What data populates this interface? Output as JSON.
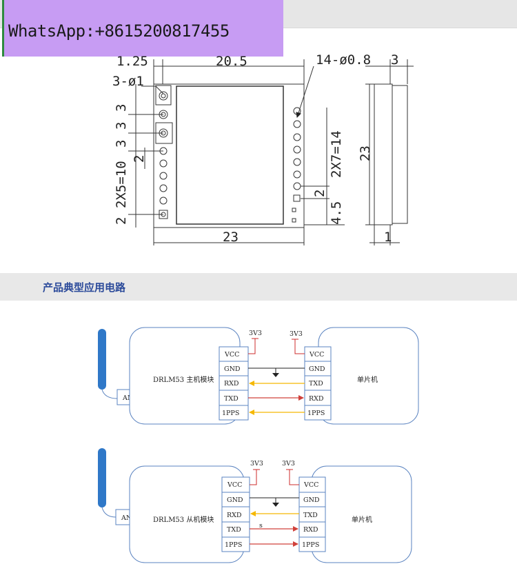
{
  "header": {
    "overlay_text": "WhatsApp:+8615200817455"
  },
  "section": {
    "title": "产品典型应用电路"
  },
  "dimensions": {
    "top_left": "1.25",
    "top_width": "20.5",
    "holes_left": "3-ø1",
    "holes_right": "14-ø0.8",
    "side_thickness": "3",
    "pitch_a": "3",
    "pitch_b": "3",
    "pitch_c": "3",
    "pitch_d": "2",
    "left_pins": "2X5=10",
    "left_bottom": "2",
    "right_pins": "2X7=14",
    "right_pitch": "2",
    "right_bottom": "4.5",
    "bottom_width": "23",
    "height": "23",
    "side_base": "1"
  },
  "circuits": [
    {
      "module_label": "DRLM53 主机模块",
      "mcu_label": "单片机",
      "ant_label": "ANT",
      "v_left": "3V3",
      "v_right": "3V3",
      "left_pins": [
        "VCC",
        "GND",
        "RXD",
        "TXD",
        "1PPS"
      ],
      "right_pins": [
        "VCC",
        "GND",
        "TXD",
        "RXD",
        "1PPS"
      ]
    },
    {
      "module_label": "DRLM53 从机模块",
      "mcu_label": "单片机",
      "ant_label": "ANT",
      "v_left": "3V3",
      "v_right": "3V3",
      "left_pins": [
        "VCC",
        "GND",
        "RXD",
        "TXD",
        "1PPS"
      ],
      "right_pins": [
        "VCC",
        "GND",
        "TXD",
        "RXD",
        "1PPS"
      ],
      "mark": "s"
    }
  ],
  "colors": {
    "rx_arrow": "#f5b800",
    "tx_arrow": "#d0403a",
    "power": "#cc2b2b",
    "outline": "#5a83c0",
    "antenna": "#2f78c8",
    "section_title": "#2b4a9a",
    "overlay": "#c79cf3"
  }
}
